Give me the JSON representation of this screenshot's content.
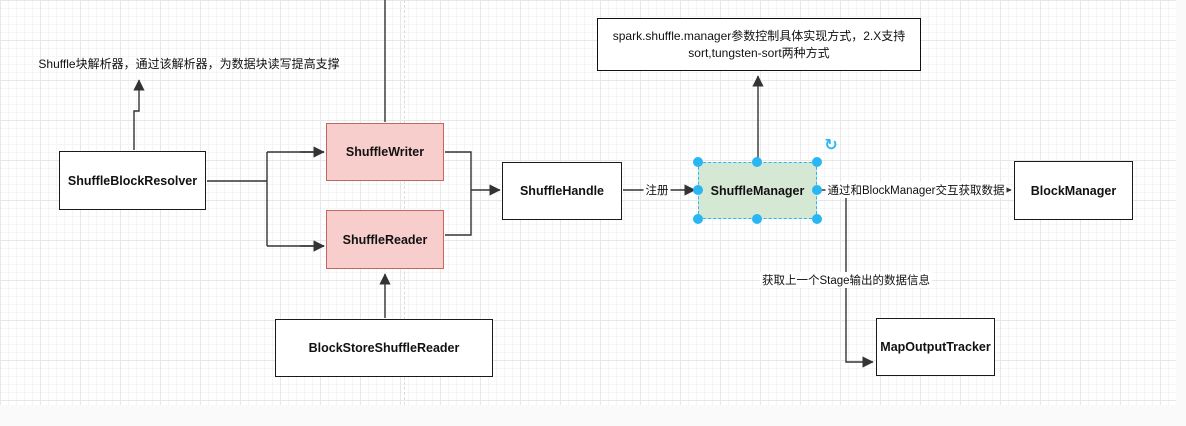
{
  "diagram": {
    "nodes": {
      "shuffle_block_resolver": {
        "label": "ShuffleBlockResolver",
        "fill": "#ffffff",
        "border": "#000000"
      },
      "shuffle_writer": {
        "label": "ShuffleWriter",
        "fill": "#f8cecc",
        "border": "#b85450"
      },
      "shuffle_reader": {
        "label": "ShuffleReader",
        "fill": "#f8cecc",
        "border": "#b85450"
      },
      "shuffle_handle": {
        "label": "ShuffleHandle",
        "fill": "#ffffff",
        "border": "#000000"
      },
      "shuffle_manager": {
        "label": "ShuffleManager",
        "fill": "#d5e8d4",
        "selected": true
      },
      "block_manager": {
        "label": "BlockManager",
        "fill": "#ffffff",
        "border": "#000000"
      },
      "map_output_tracker": {
        "label": "MapOutputTracker",
        "fill": "#ffffff",
        "border": "#000000"
      },
      "block_store_shuffle_reader": {
        "label": "BlockStoreShuffleReader",
        "fill": "#ffffff",
        "border": "#000000"
      },
      "manager_note": {
        "line1": "spark.shuffle.manager参数控制具体实现方式，2.X支持",
        "line2": "sort,tungsten-sort两种方式"
      }
    },
    "annotations": {
      "resolver_note": "Shuffle块解析器，通过该解析器，为数据块读写提高支撑",
      "map_output_note": "获取上一个Stage输出的数据信息"
    },
    "edge_labels": {
      "register": "注册",
      "block_manager_interaction": "通过和BlockManager交互获取数据"
    },
    "selection": {
      "color": "#29b6f2",
      "rotate_icon": "↻"
    }
  }
}
